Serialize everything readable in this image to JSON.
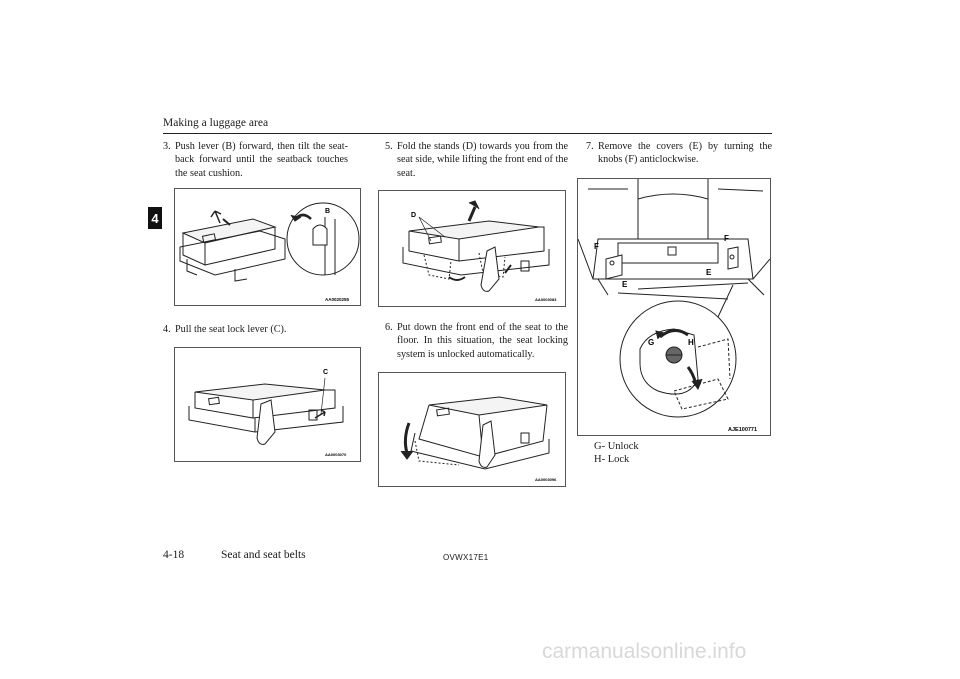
{
  "header": {
    "title": "Making a luggage area",
    "chapter_tab": "4"
  },
  "steps": [
    {
      "num": "3.",
      "text": "Push lever (B) forward, then tilt the seat-back forward until the seatback touches the seat cushion.",
      "figure_code": "AA0020255",
      "label": "B"
    },
    {
      "num": "4.",
      "text": "Pull the seat lock lever (C).",
      "figure_code": "AA0003070",
      "label": "C"
    },
    {
      "num": "5.",
      "text": "Fold the stands (D) towards you from the seat side, while lifting the front end of the seat.",
      "figure_code": "AA0003083",
      "label": "D"
    },
    {
      "num": "6.",
      "text": "Put down the front end of the seat to the floor. In this situation, the seat locking system is unlocked automatically.",
      "figure_code": "AA0003096"
    },
    {
      "num": "7.",
      "text": "Remove the covers (E) by turning the knobs (F) anticlockwise.",
      "figure_code": "AJE100771",
      "labels": [
        "F",
        "F",
        "E",
        "E",
        "G",
        "H"
      ]
    }
  ],
  "legend": [
    "G- Unlock",
    "H- Lock"
  ],
  "footer": {
    "page": "4-18",
    "section": "Seat and seat belts",
    "doc_code": "OVWX17E1"
  },
  "watermark": "carmanualsonline.info"
}
